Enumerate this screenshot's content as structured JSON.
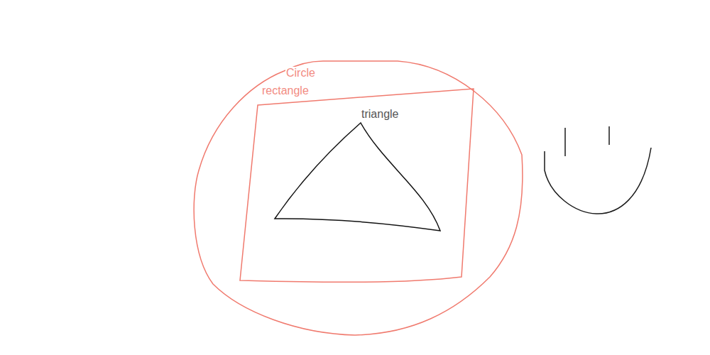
{
  "diagram": {
    "nodes": [
      {
        "text": [
          "Circle"
        ]
      },
      {
        "text": [
          "rectangle"
        ],
        "in": 0
      },
      {
        "text": [
          "triangle"
        ],
        "in": 1
      }
    ]
  }
}
